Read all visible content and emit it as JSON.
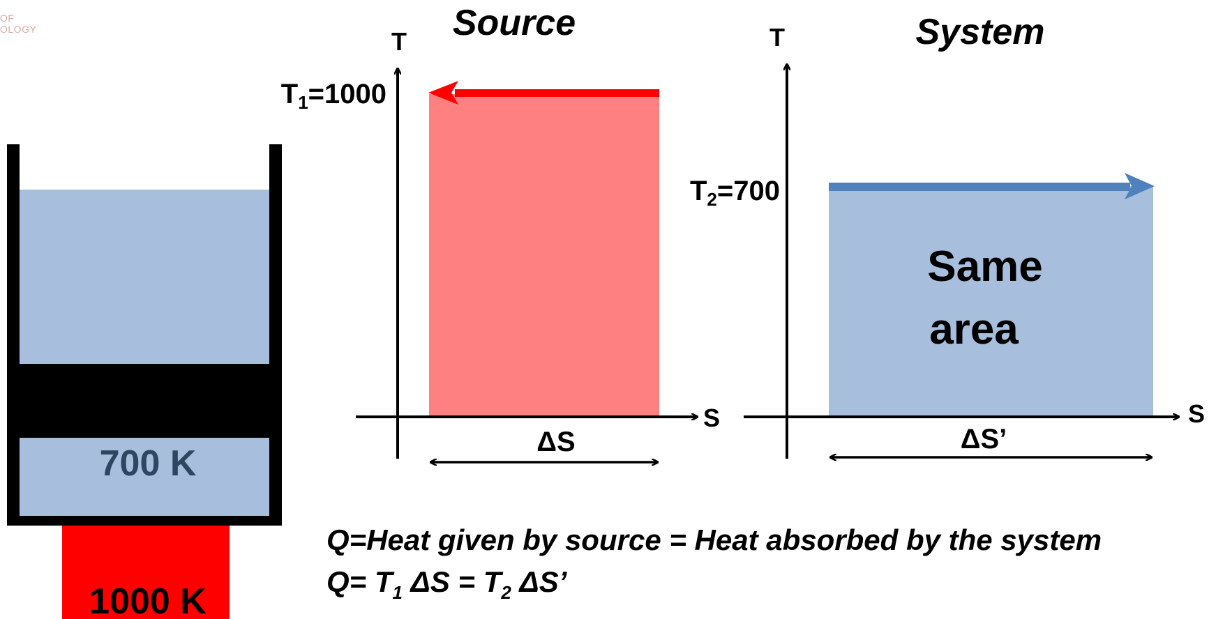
{
  "logo": {
    "line1": "OF",
    "line2": "OLOGY"
  },
  "colors": {
    "source_fill": "#ff8080",
    "source_arrow": "#ff0000",
    "system_fill": "#a7bfdd",
    "system_arrow": "#4f81bd",
    "heater": "#ff0000",
    "piston": "#000000",
    "gas_text": "#2e4761"
  },
  "piston_device": {
    "gas_temp_label": "700 K",
    "heater_label": "1000 K"
  },
  "source_plot": {
    "title": "Source",
    "y_axis_label": "T",
    "x_axis_label": "S",
    "temp_label_main": "T",
    "temp_label_sub": "1",
    "temp_label_value": "=1000",
    "width_label": "ΔS"
  },
  "system_plot": {
    "title": "System",
    "y_axis_label": "T",
    "x_axis_label": "S",
    "temp_label_main": "T",
    "temp_label_sub": "2",
    "temp_label_value": "=700",
    "width_label": "ΔS’",
    "area_label_line1": "Same",
    "area_label_line2": "area"
  },
  "equations": {
    "line1": "Q=Heat given by source = Heat absorbed by the system",
    "line2_prefix": "Q= T",
    "line2_sub1": "1",
    "line2_mid": " ΔS =  T",
    "line2_sub2": "2",
    "line2_suffix": " ΔS’"
  }
}
